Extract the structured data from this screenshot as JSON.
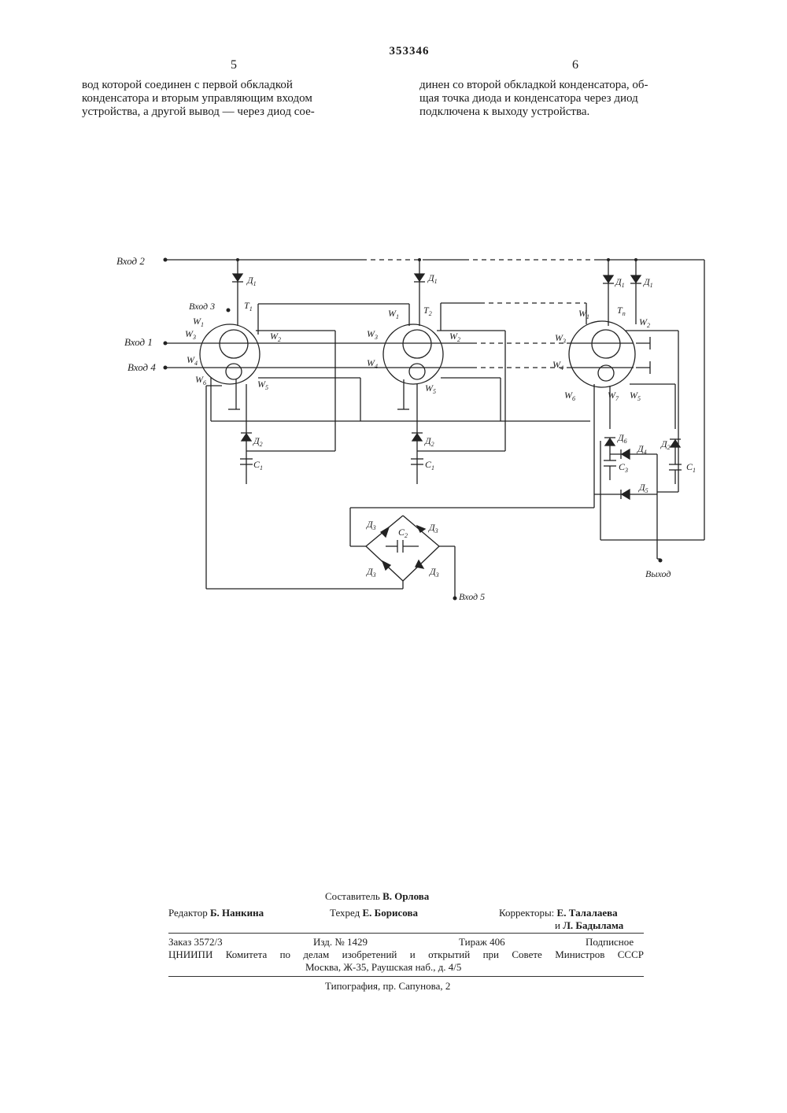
{
  "header": {
    "patent_number": "353346",
    "col_left_number": "5",
    "col_right_number": "6"
  },
  "text": {
    "left_lines": [
      "вод которой соединен с первой обкладкой",
      "конденсатора и вторым управляющим входом",
      "устройства, а другой вывод — через диод сое-"
    ],
    "right_lines": [
      "динен со второй обкладкой конденсатора, об-",
      "щая точка диода и конденсатора через диод",
      "подключена к выходу устройства."
    ]
  },
  "diagram": {
    "inputs": {
      "in2": "Вход 2",
      "in3": "Вход 3",
      "in1": "Вход 1",
      "in4": "Вход 4",
      "in5": "Вход 5",
      "out": "Выход"
    },
    "labels": {
      "D": "Д",
      "C": "С",
      "W": "W",
      "T": "Т"
    },
    "subs": {
      "d1": "1",
      "d2": "2",
      "d3": "3",
      "d4": "4",
      "d5": "5",
      "d6": "6",
      "c1": "1",
      "c2": "2",
      "c3": "3",
      "w1": "1",
      "w2": "2",
      "w3": "3",
      "w4": "4",
      "w5": "5",
      "w6": "6",
      "w7": "7",
      "t1": "1",
      "t2": "2",
      "tn": "n"
    }
  },
  "credits": {
    "compiler_label": "Составитель",
    "compiler": "В. Орлова",
    "editor_label": "Редактор",
    "editor": "Б. Нанкина",
    "techred_label": "Техред",
    "techred": "Е. Борисова",
    "correctors_label": "Корректоры:",
    "corrector1": "Е. Талалаева",
    "corrector2_prefix": "и",
    "corrector2": "Л. Бадылама",
    "order": "Заказ 3572/3",
    "edition": "Изд. № 1429",
    "print_run": "Тираж 406",
    "subscription": "Подписное",
    "org_line1": "ЦНИИПИ Комитета по делам изобретений и открытий при Совете Министров СССР",
    "org_line2": "Москва, Ж-35, Раушская наб., д. 4/5",
    "printing": "Типография, пр. Сапунова, 2"
  }
}
